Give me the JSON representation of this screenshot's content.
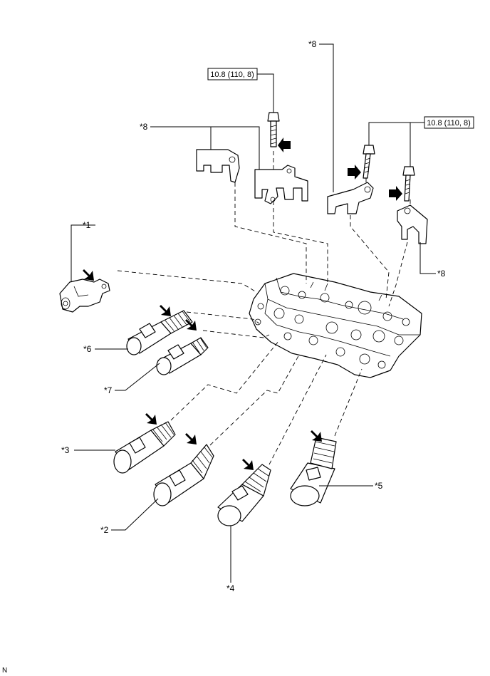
{
  "labels": {
    "l1": "*1",
    "l2": "*2",
    "l3": "*3",
    "l4": "*4",
    "l5": "*5",
    "l6": "*6",
    "l7": "*7",
    "l8a": "*8",
    "l8b": "*8",
    "l8c": "*8"
  },
  "torque": {
    "t1": "10.8 (110, 8)",
    "t2": "10.8 (110, 8)"
  },
  "orientation_mark": "N"
}
